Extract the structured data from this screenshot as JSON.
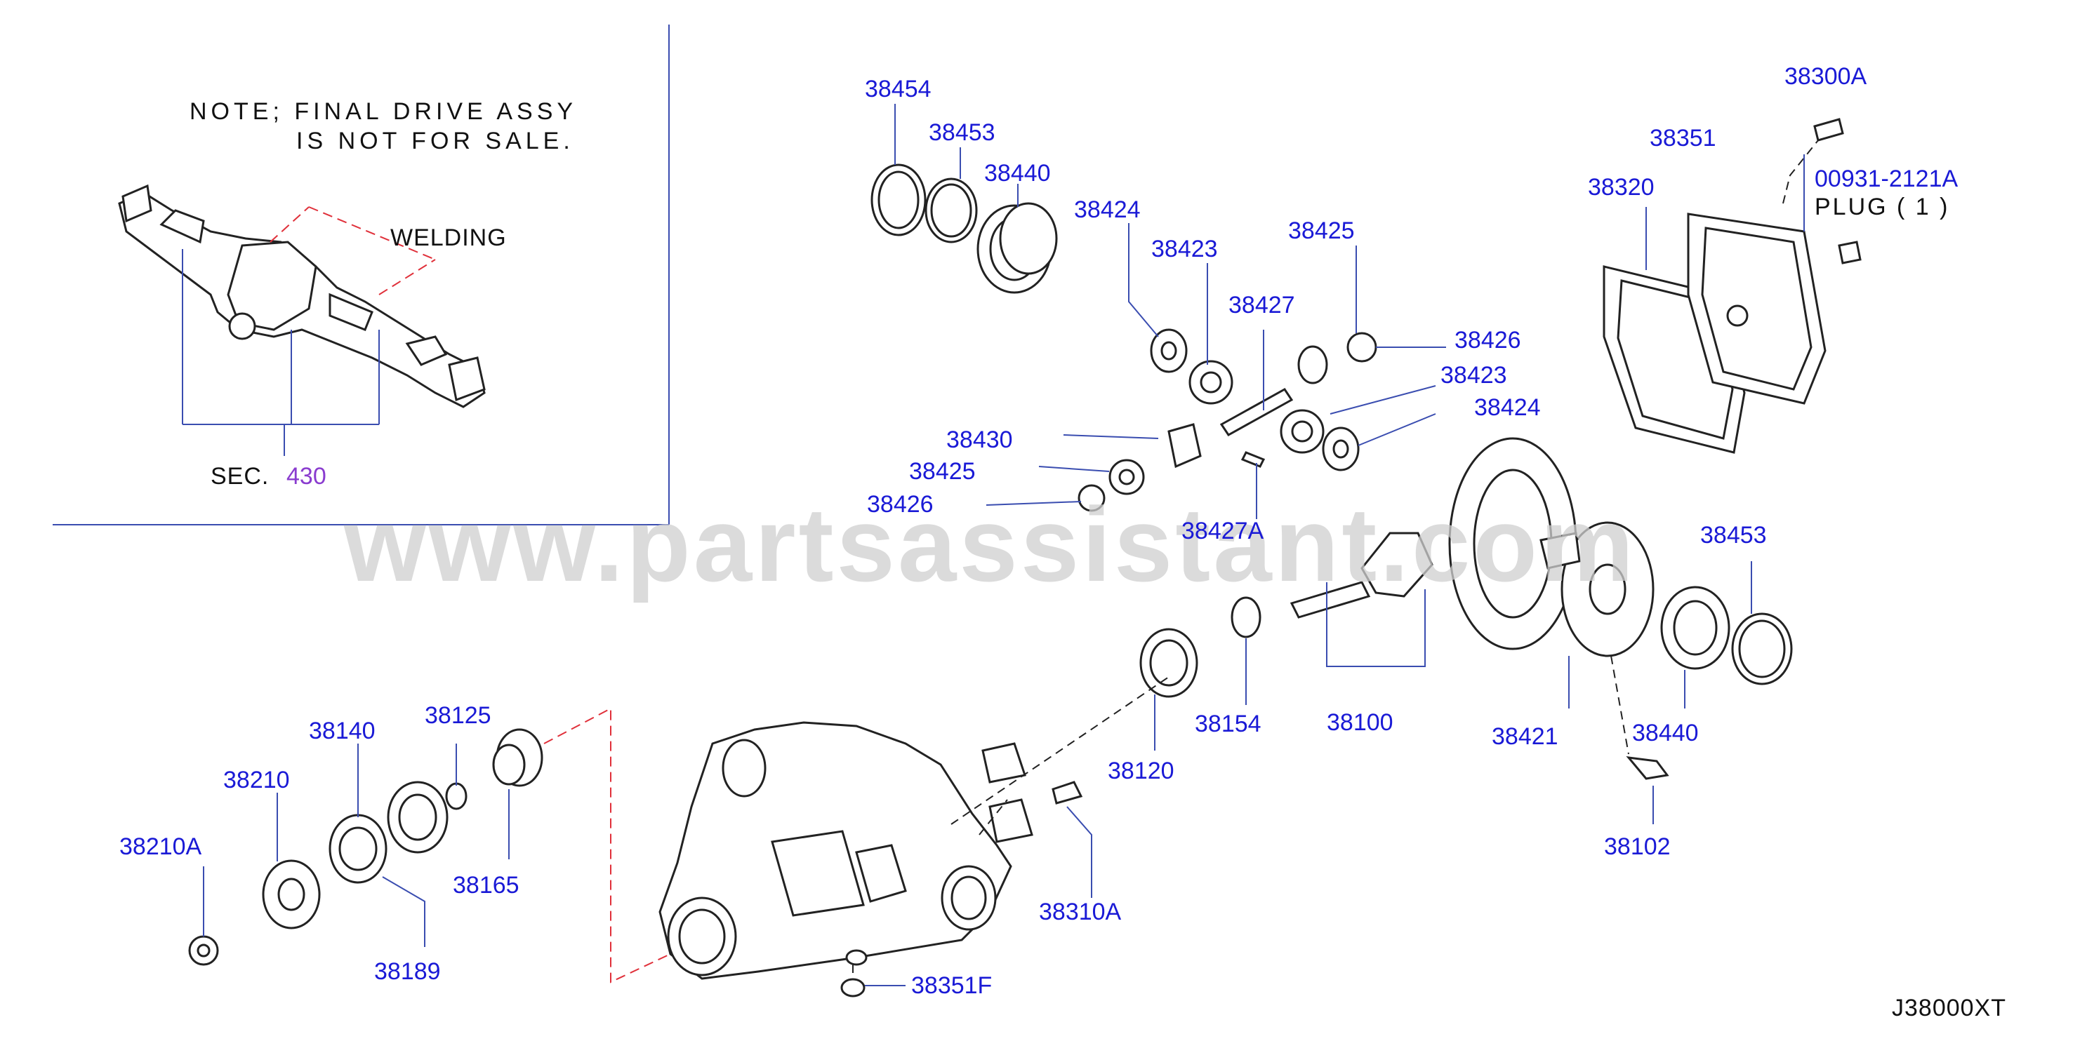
{
  "note": {
    "line1": "NOTE;  FINAL  DRIVE  ASSY",
    "line2": "IS  NOT  FOR  SALE."
  },
  "welding": "WELDING",
  "sec": {
    "prefix": "SEC.",
    "number": "430"
  },
  "watermark": "www.partsassistant.com",
  "diagram_code": "J38000XT",
  "plug": {
    "part": "00931-2121A",
    "text": "PLUG  ( 1 )"
  },
  "parts": {
    "p38454": "38454",
    "p38453a": "38453",
    "p38440a": "38440",
    "p38424a": "38424",
    "p38423a": "38423",
    "p38425a": "38425",
    "p38427": "38427",
    "p38426a": "38426",
    "p38423b": "38423",
    "p38424b": "38424",
    "p38430": "38430",
    "p38425b": "38425",
    "p38426b": "38426",
    "p38427A": "38427A",
    "p38300A": "38300A",
    "p38351": "38351",
    "p38320": "38320",
    "p38453b": "38453",
    "p38440b": "38440",
    "p38421": "38421",
    "p38102": "38102",
    "p38100": "38100",
    "p38154": "38154",
    "p38120": "38120",
    "p38310A": "38310A",
    "p38351F": "38351F",
    "p38140": "38140",
    "p38125": "38125",
    "p38210": "38210",
    "p38210A": "38210A",
    "p38165": "38165",
    "p38189": "38189"
  },
  "colors": {
    "label": "#1a1ad6",
    "callout": "#8a3ccf",
    "guide_dashed": "#e0303a",
    "frame": "#3a4db0"
  }
}
